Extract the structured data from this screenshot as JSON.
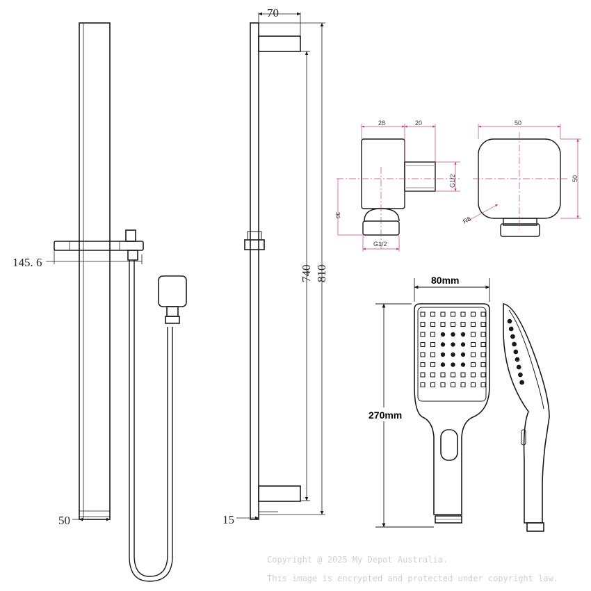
{
  "rail_front": {
    "dim_bracket_offset": "145. 6",
    "dim_bottom_width": "50"
  },
  "rail_side": {
    "dim_top_width": "70",
    "dim_inner_height": "740",
    "dim_total_height": "810",
    "dim_bottom_offset": "15"
  },
  "elbow_side": {
    "dim_body": "28",
    "dim_outlet": "20",
    "dim_thread_side": "G1/2",
    "dim_offset": "30",
    "dim_thread_bottom": "G1/2"
  },
  "elbow_front": {
    "dim_width": "50",
    "dim_height": "50",
    "dim_radius": "R8"
  },
  "handpiece": {
    "dim_width": "80mm",
    "dim_length": "270mm"
  },
  "watermark": {
    "line1": "Copyright @ 2025 My Depot Australia.",
    "line2": "This image is encrypted and protected under copyright law."
  },
  "colors": {
    "line": "#1a1a1a",
    "dim_line_magenta": "#d65a9a",
    "centerline": "#d65a9a",
    "watermark": "#d0d0d0"
  }
}
